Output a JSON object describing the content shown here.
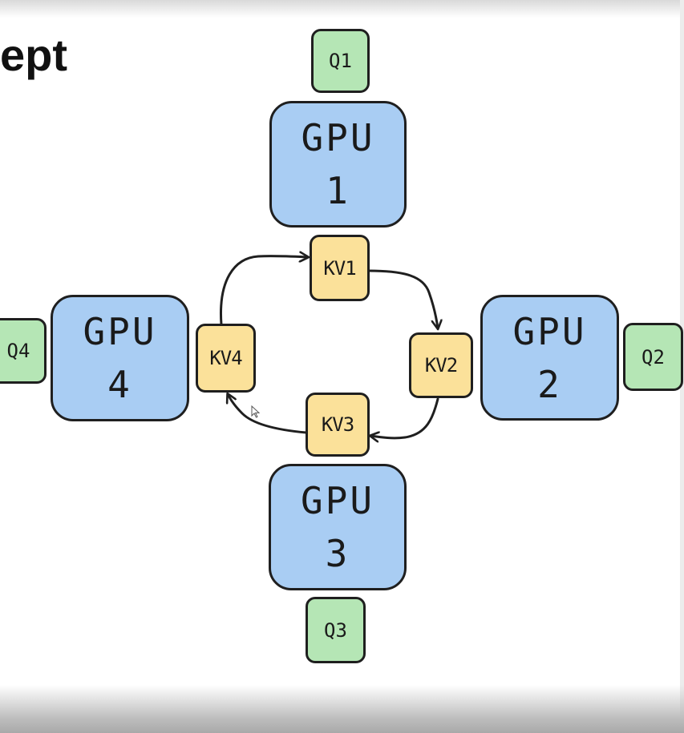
{
  "title": "ept",
  "gpus": [
    {
      "label": "GPU",
      "number": "1"
    },
    {
      "label": "GPU",
      "number": "2"
    },
    {
      "label": "GPU",
      "number": "3"
    },
    {
      "label": "GPU",
      "number": "4"
    }
  ],
  "kv_blocks": [
    "KV1",
    "KV2",
    "KV3",
    "KV4"
  ],
  "queries": [
    "Q1",
    "Q2",
    "Q3",
    "Q4"
  ],
  "colors": {
    "gpu_fill": "#a9cdf3",
    "kv_fill": "#fbe19a",
    "query_fill": "#b5e6b5",
    "stroke": "#1f1f1f"
  }
}
